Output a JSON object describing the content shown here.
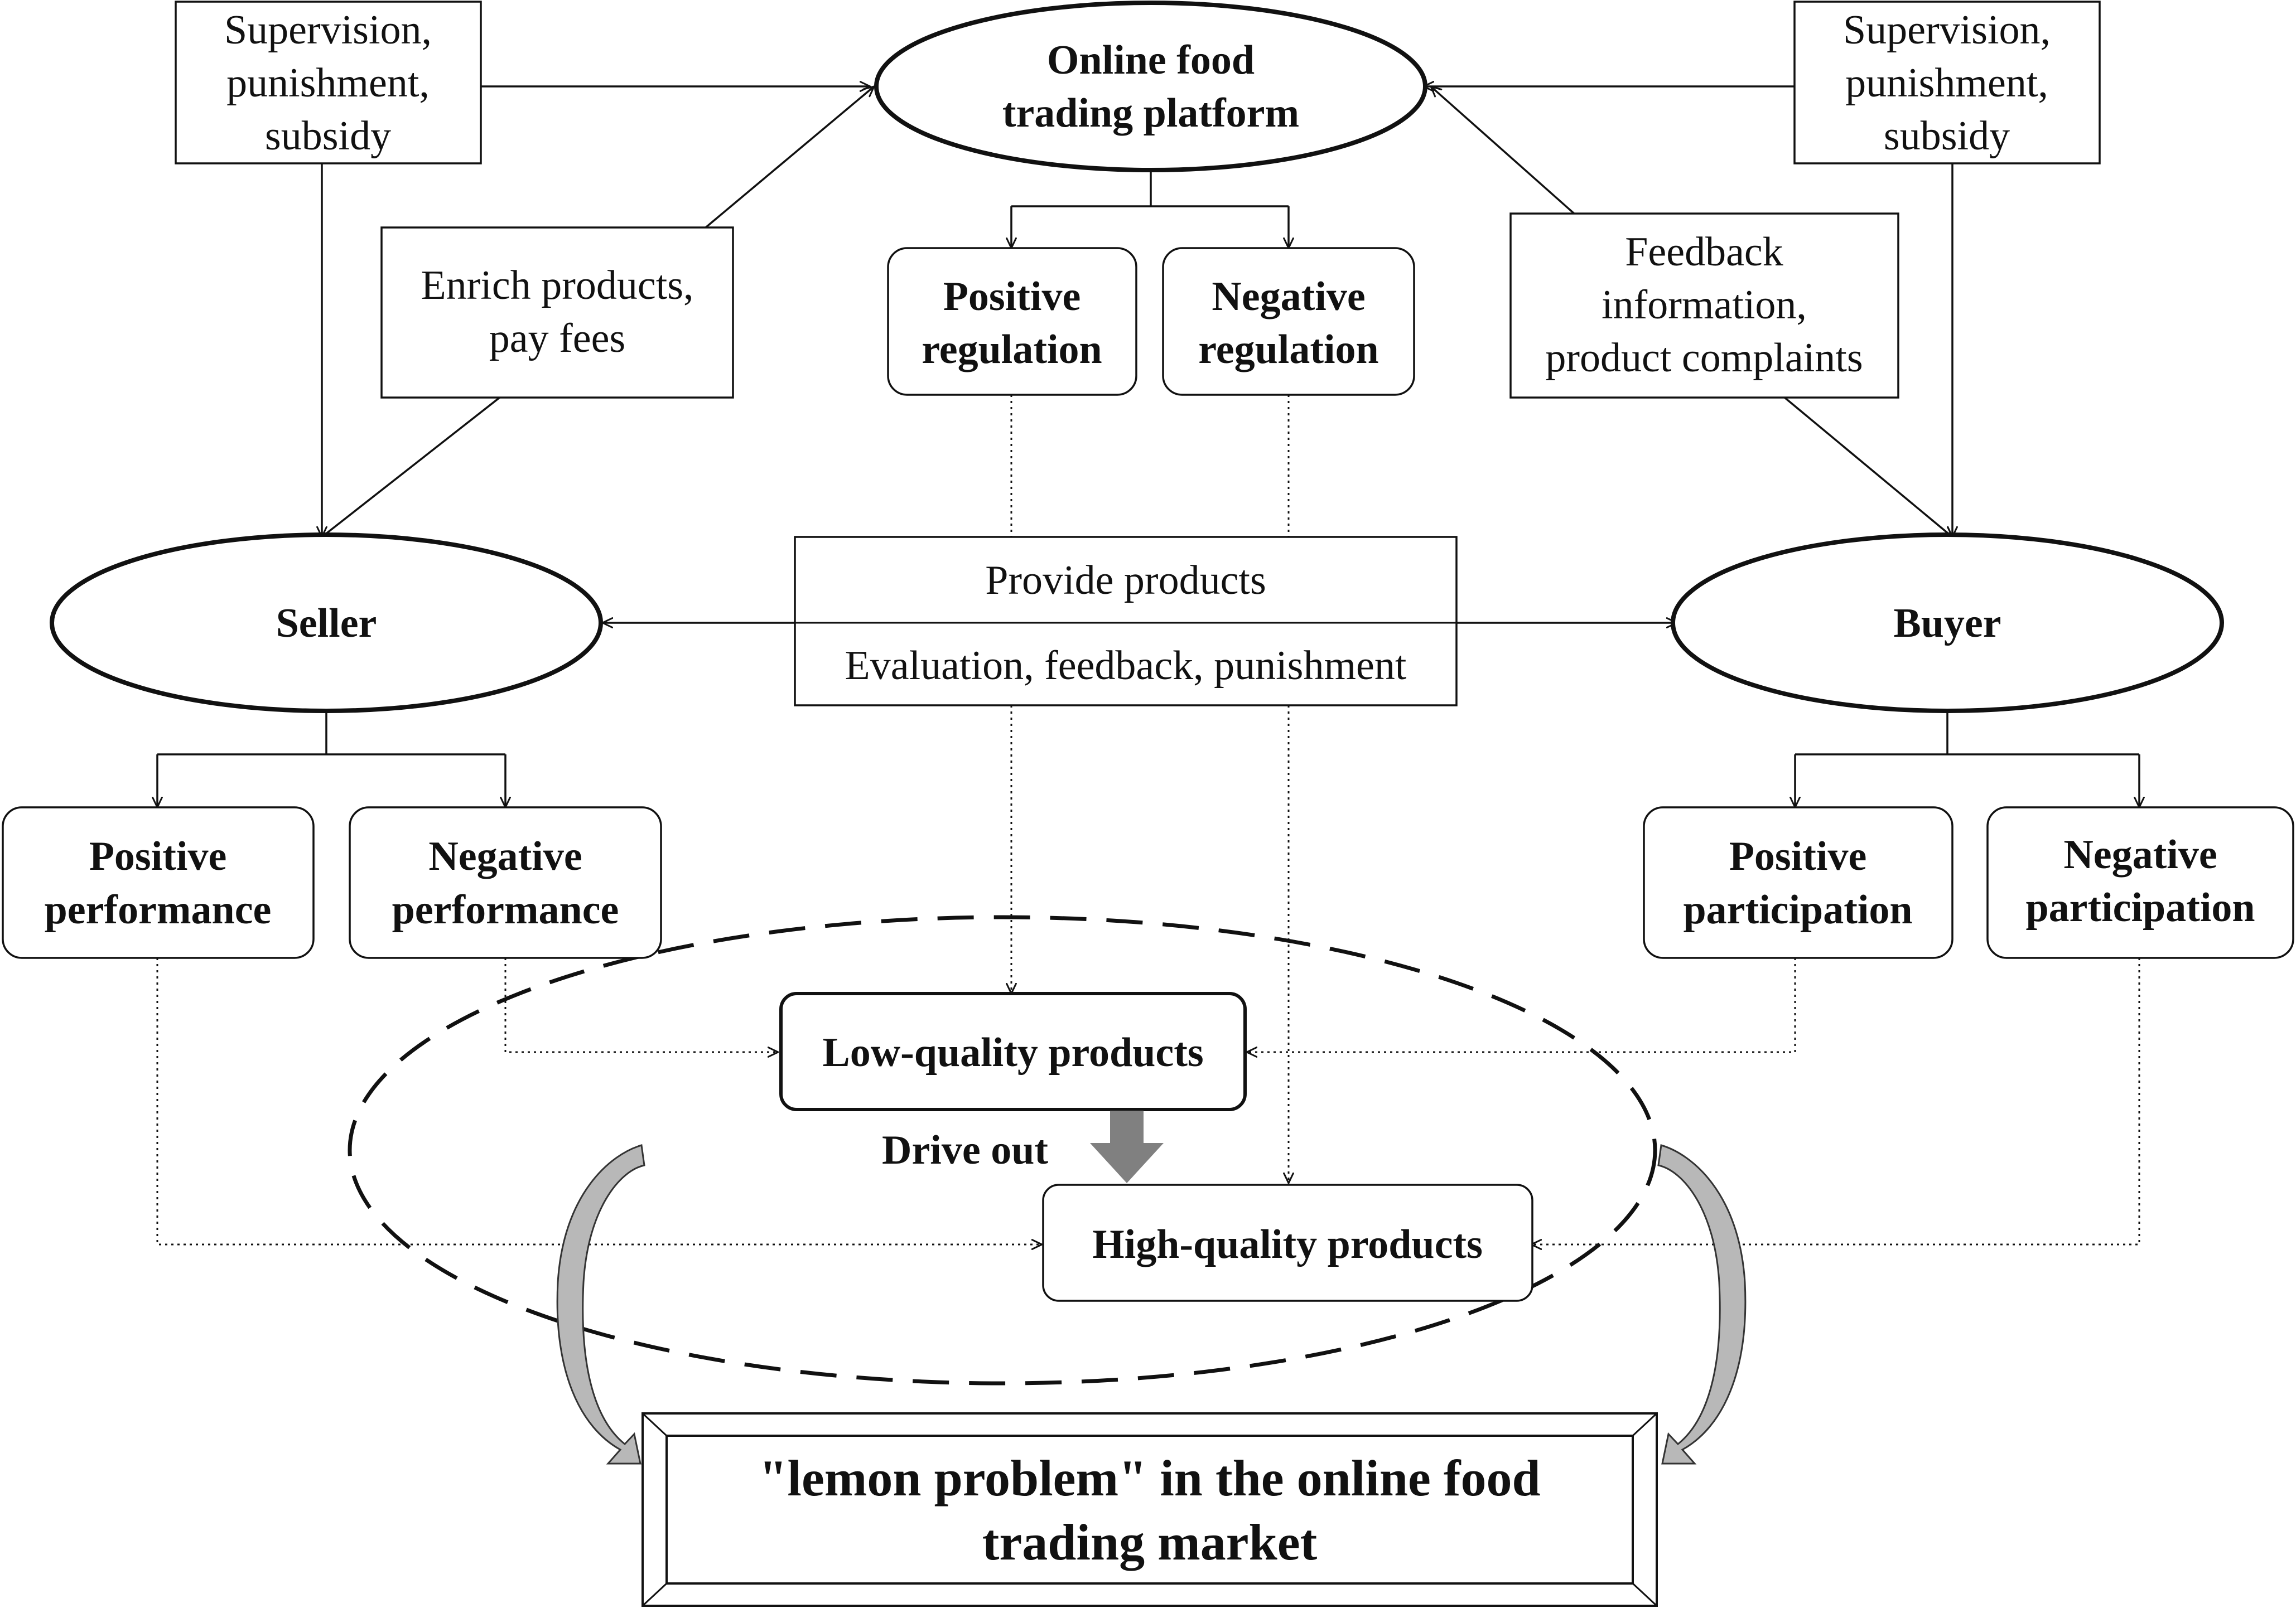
{
  "diagram": {
    "platform": {
      "line1": "Online food",
      "line2": "trading platform"
    },
    "seller": {
      "label": "Seller"
    },
    "buyer": {
      "label": "Buyer"
    },
    "supervision_left": {
      "line1": "Supervision,",
      "line2": "punishment,",
      "line3": "subsidy"
    },
    "supervision_right": {
      "line1": "Supervision,",
      "line2": "punishment,",
      "line3": "subsidy"
    },
    "enrich": {
      "line1": "Enrich products,",
      "line2": "pay  fees"
    },
    "feedback": {
      "line1": "Feedback",
      "line2": "information,",
      "line3": "product complaints"
    },
    "positive_regulation": {
      "line1": "Positive",
      "line2": "regulation"
    },
    "negative_regulation": {
      "line1": "Negative",
      "line2": "regulation"
    },
    "provide": {
      "top": "Provide products",
      "bottom": "Evaluation, feedback, punishment"
    },
    "positive_performance": {
      "line1": "Positive",
      "line2": "performance"
    },
    "negative_performance": {
      "line1": "Negative",
      "line2": "performance"
    },
    "positive_participation": {
      "line1": "Positive",
      "line2": "participation"
    },
    "negative_participation": {
      "line1": "Negative",
      "line2": "participation"
    },
    "low_quality": {
      "label": "Low-quality products"
    },
    "drive_out": {
      "label": "Drive out"
    },
    "high_quality": {
      "label": "High-quality  products"
    },
    "lemon": {
      "line1": "\"lemon problem\" in the online food",
      "line2": "trading market"
    }
  },
  "colors": {
    "line": "#111111",
    "arrow_fill": "#808080",
    "curve_fill": "#b8b8b8",
    "background": "#ffffff"
  }
}
